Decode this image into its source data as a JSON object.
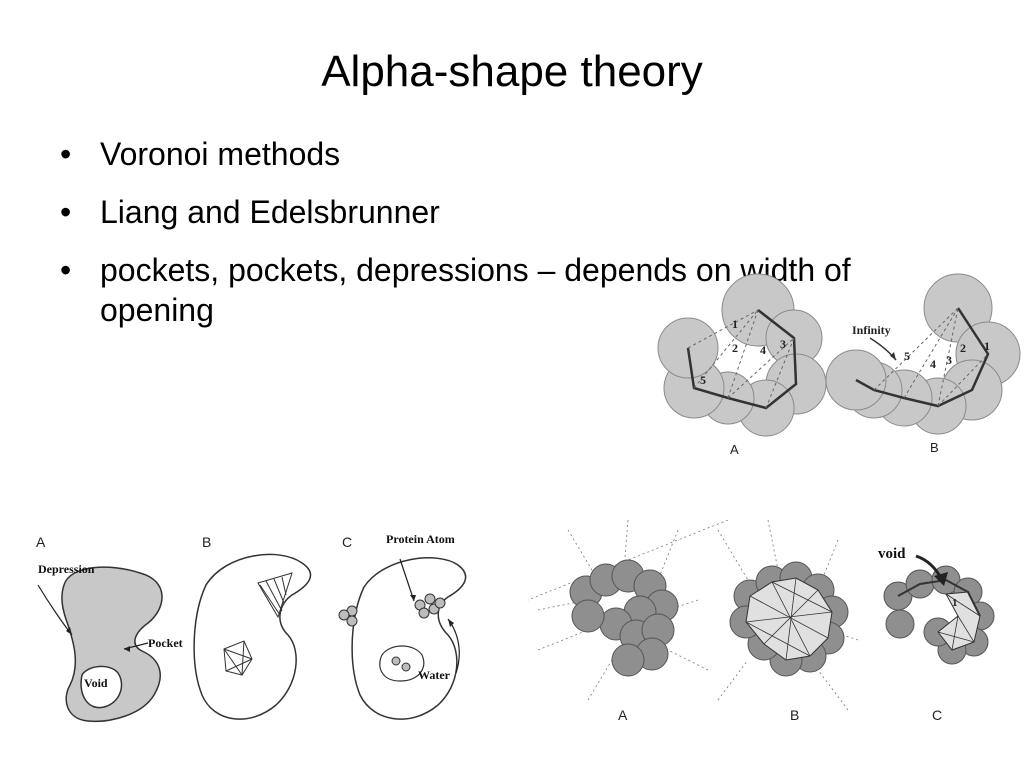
{
  "slide": {
    "title": "Alpha-shape theory",
    "bullets": [
      {
        "text": "Voronoi methods"
      },
      {
        "text": "Liang and Edelsbrunner"
      },
      {
        "text": "pockets, pockets, depressions – depends on width of opening"
      }
    ]
  },
  "figure_top_right": {
    "panel_a_label": "A",
    "panel_b_label": "B",
    "infinity_label": "Infinity",
    "path_numbers_a": [
      "1",
      "2",
      "3",
      "4",
      "5"
    ],
    "path_numbers_b": [
      "1",
      "2",
      "3",
      "4",
      "5"
    ]
  },
  "figure_bottom_left": {
    "panel_a_label": "A",
    "panel_b_label": "B",
    "panel_c_label": "C",
    "depression_label": "Depression",
    "pocket_label": "Pocket",
    "void_label": "Void",
    "protein_atom_label": "Protein Atom",
    "water_label": "Water"
  },
  "figure_bottom_right": {
    "panel_a_label": "A",
    "panel_b_label": "B",
    "panel_c_label": "C",
    "void_label": "void",
    "void_number": "1"
  }
}
